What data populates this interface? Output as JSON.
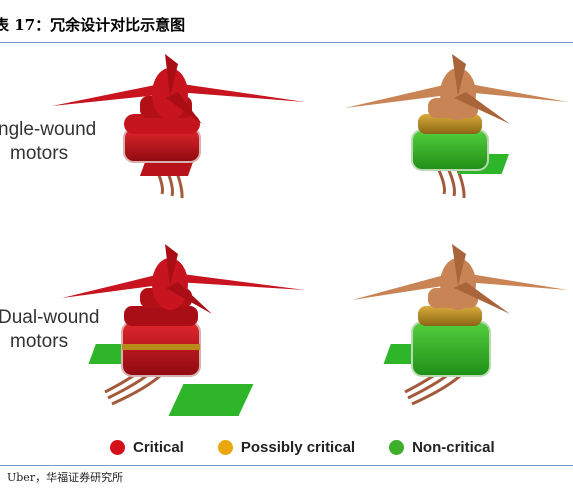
{
  "header": {
    "title": "表 17：冗余设计对比示意图"
  },
  "rows": [
    {
      "label_line1": "ngle-wound",
      "label_line2": "motors"
    },
    {
      "label_line1": "Dual-wound",
      "label_line2": "motors"
    }
  ],
  "legend": [
    {
      "label": "Critical",
      "color": "#d4101b"
    },
    {
      "label": "Possibly critical",
      "color": "#e8a80c"
    },
    {
      "label": "Non-critical",
      "color": "#3fae2a"
    }
  ],
  "colors": {
    "critical": "#c0101a",
    "possibly_critical": "#b98a1c",
    "non_critical": "#36b024",
    "propeller_critical": "#c8141e",
    "propeller_noncritical": "#c98456",
    "controller_green": "#2eb52a"
  },
  "footer": {
    "source": "：Uber，华福证券研究所"
  }
}
